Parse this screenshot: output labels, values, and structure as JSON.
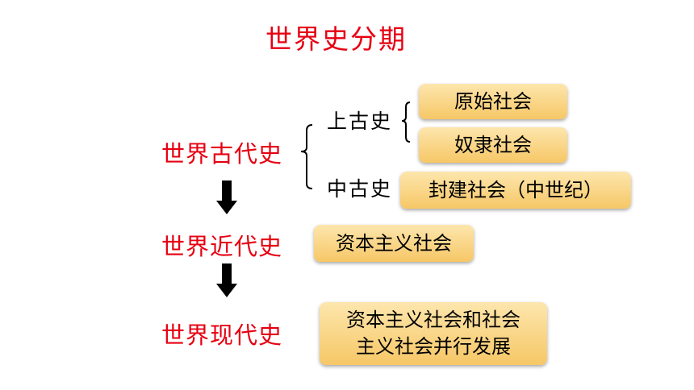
{
  "title": "世界史分期",
  "eras": {
    "ancient": "世界古代史",
    "modern": "世界近代史",
    "contemporary": "世界现代史"
  },
  "ancient_sub": {
    "shanggu": "上古史",
    "zhonggu": "中古史"
  },
  "societies": {
    "primitive": "原始社会",
    "slave": "奴隶社会",
    "feudal": "封建社会（中世纪）",
    "capitalist": "资本主义社会",
    "coexist_line1": "资本主义社会和社会",
    "coexist_line2": "主义社会并行发展"
  },
  "colors": {
    "accent": "#e60012",
    "box_top": "#fde6ad",
    "box_bottom": "#f6c766"
  }
}
